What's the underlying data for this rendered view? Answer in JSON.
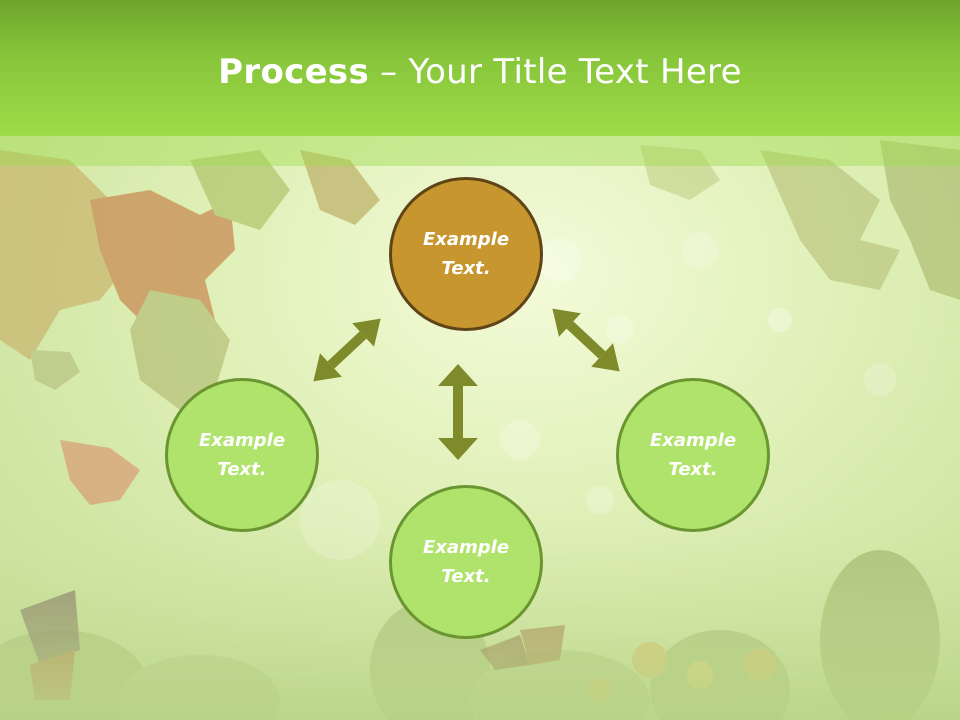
{
  "title": {
    "bold": "Process",
    "rest": " – Your Title Text Here"
  },
  "nodes": {
    "top": [
      "Example",
      "Text."
    ],
    "left": [
      "Example",
      "Text."
    ],
    "right": [
      "Example",
      "Text."
    ],
    "bottom": [
      "Example",
      "Text."
    ]
  },
  "colors": {
    "header": "#86c43a",
    "top_node_fill": "#c8962f",
    "top_node_border": "#5e4417",
    "node_fill": "#b0e36b",
    "node_border": "#6a9531",
    "arrow": "#7f8a2a"
  }
}
